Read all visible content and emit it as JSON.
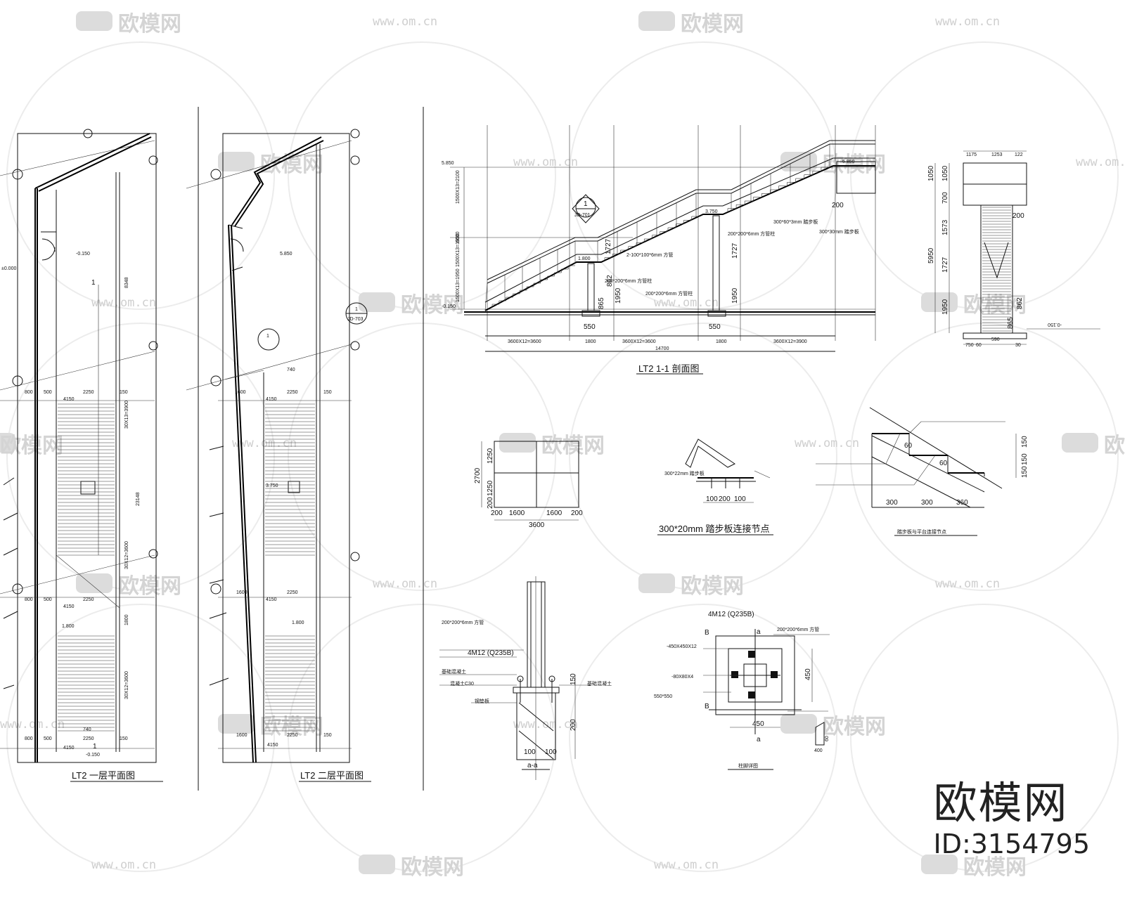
{
  "watermark": {
    "brand": "欧模网",
    "url": "www.om.cn"
  },
  "brand_corner": {
    "name": "欧模网",
    "id": "ID:3154795"
  },
  "titles": {
    "plan1": "LT2 一层平面图",
    "plan2": "LT2 二层平面图",
    "section": "LT2 1-1 剖面图",
    "plate_detail": "300*20mm 踏步板连接节点",
    "tread_detail": "踏步板与平台连接节点",
    "base_plan": "柱脚详图",
    "col_section": "a-a"
  },
  "plan1": {
    "elev_top": "-0.150",
    "elev_mid": "1.800",
    "elev_bot": "-0.150",
    "elev_left": "±0.000",
    "w_4150": "4150",
    "w_2250": "2250",
    "w_800": "800",
    "w_500": "500",
    "w_150": "150",
    "run1": "30X13=3900",
    "run2": "30X12=3600",
    "total": "23148",
    "landing": "1800",
    "side": "8348",
    "mark": "1",
    "num_740": "740"
  },
  "plan2": {
    "elev_top": "5.850",
    "elev_mid": "3.750",
    "elev_low": "1.800",
    "w_4150": "4150",
    "w_2250": "2250",
    "w_1600": "1600",
    "w_150": "150",
    "callout": "1",
    "callout_ref": "JD-703",
    "num_740": "740"
  },
  "section": {
    "elev_top": "5.850",
    "elev_mid": "3.750",
    "elev_low": "1.800",
    "elev_base": "-0.150",
    "elev_right": "5.850",
    "callout": "1",
    "callout_ref": "JD-701",
    "h_1727a": "1727",
    "h_1727b": "1727",
    "h_1950a": "1950",
    "h_1950b": "1950",
    "h_865": "865",
    "h_862": "862",
    "w_550a": "550",
    "w_550b": "550",
    "w_200": "200",
    "bottom": [
      "3600X12=3600",
      "1800",
      "3600X12=3600",
      "1800",
      "3600X12=3900"
    ],
    "total": "14700",
    "note1": "300*60*3mm 踏步板",
    "note2": "300*30mm 踏步板",
    "note3": "2-100*100*6mm 方管",
    "note4": "200*200*6mm 方管柱",
    "vert": [
      "1500X13=2100",
      "6000",
      "1500X13=1950",
      "1500X13=1950"
    ]
  },
  "elevation": {
    "top": [
      "1175",
      "1253",
      "122"
    ],
    "left": [
      "1050",
      "1050",
      "700",
      "1573",
      "1727",
      "1950",
      "865",
      "862",
      "5950"
    ],
    "right": "200",
    "bottom": [
      "750",
      "60",
      "590",
      "30"
    ],
    "elev": "-0.150"
  },
  "plate": {
    "h": [
      "1250",
      "1250",
      "200"
    ],
    "total_h": "2700",
    "w": [
      "200",
      "1600",
      "1600",
      "200"
    ],
    "total_w": "3600"
  },
  "tread_joint": {
    "dims": [
      "100",
      "200",
      "100"
    ],
    "label": "300*22mm 踏步板"
  },
  "tread_step": {
    "dims": [
      "300",
      "300",
      "360"
    ],
    "right": [
      "150",
      "150",
      "150"
    ],
    "mid": [
      "60",
      "60"
    ]
  },
  "column": {
    "n1": "200*200*6mm 方管",
    "n2": "4M12 (Q235B)",
    "n3": "基础混凝土",
    "n4": "混凝土C30",
    "n5": "钢垫板",
    "h": [
      "150",
      "200"
    ],
    "w": [
      "100",
      "100"
    ]
  },
  "base": {
    "bolt": "4M12 (Q235B)",
    "col": "200*200*6mm 方管",
    "plate": "-450X450X12",
    "rib": "-80X80X4",
    "found": "550*550",
    "w": "450",
    "h": "450",
    "b": "B",
    "a": "a",
    "pad": "400",
    "pad2": "60"
  }
}
